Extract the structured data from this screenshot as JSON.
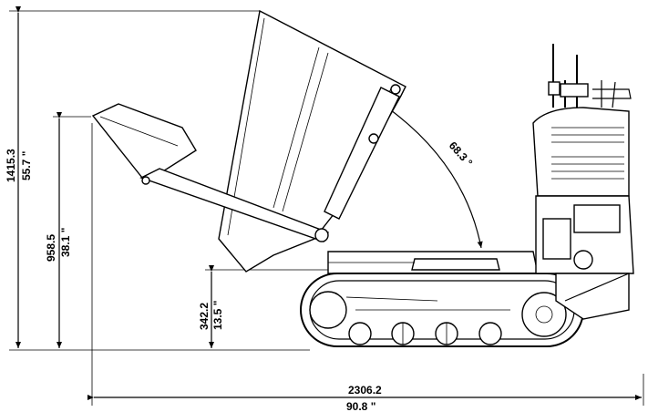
{
  "dimensions": {
    "total_height_mm": "1415.3",
    "total_height_in": "55.7 \"",
    "raised_height_mm": "958.5",
    "raised_height_in": "38.1 \"",
    "deck_height_mm": "342.2",
    "deck_height_in": "13.5 \"",
    "length_mm": "2306.2",
    "length_in": "90.8 \"",
    "dump_angle": "68.3 °"
  },
  "colors": {
    "line": "#000000",
    "background": "#ffffff"
  }
}
